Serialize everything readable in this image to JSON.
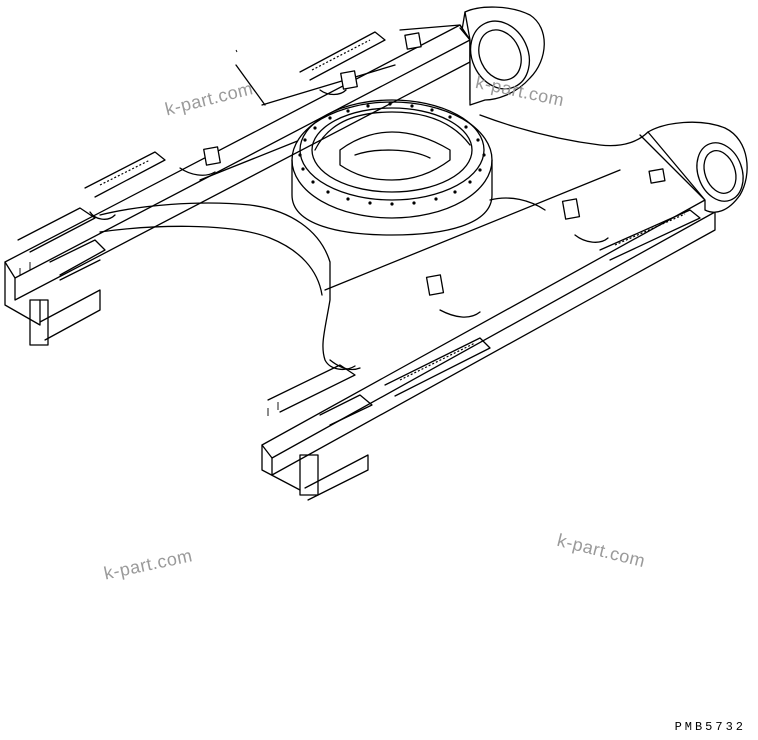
{
  "diagram": {
    "watermarks": [
      "k-part.com",
      "k-part.com",
      "k-part.com",
      "k-part.com"
    ],
    "reference_code": "PMB5732"
  }
}
